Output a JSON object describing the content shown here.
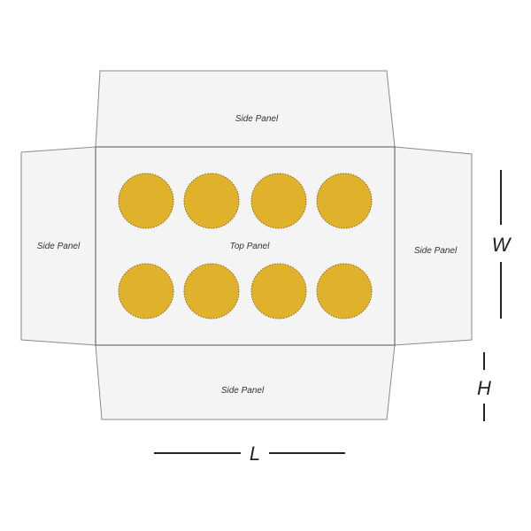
{
  "panels": {
    "top_side": "Side Panel",
    "left_side": "Side Panel",
    "right_side": "Side Panel",
    "bottom_side": "Side Panel",
    "center": "Top Panel"
  },
  "dimensions": {
    "width": "W",
    "height": "H",
    "length": "L"
  },
  "windows": {
    "rows": 2,
    "cols": 4,
    "count": 8
  },
  "colors": {
    "panel_fill": "#f4f4f4",
    "panel_stroke": "#8a8a8a",
    "center_stroke": "#555555",
    "window_fill": "#e0b12b",
    "window_stroke": "#8a6a10",
    "dimension_line": "#222222"
  }
}
